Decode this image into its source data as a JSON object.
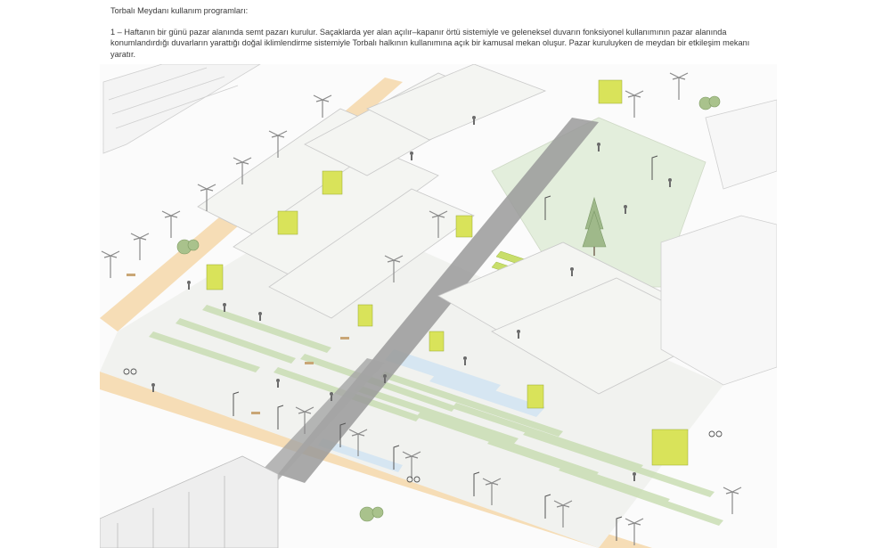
{
  "heading": "Torbalı Meydanı kullanım programları:",
  "paragraph": "1 – Haftanın bir günü pazar alanında semt pazarı kurulur. Saçaklarda yer alan açılır–kapanır örtü sistemiyle ve geleneksel duvarın fonksiyonel kullanımının pazar alanında konumlandırdığı duvarların yarattığı doğal iklimlendirme sistemiyle Torbalı halkının kullanımına açık bir kamusal mekan oluşur. Pazar kuruluyken de meydan bir etkileşim mekanı yaratır.",
  "colors": {
    "road": "#f6ddb6",
    "plaza_green": "#e5efdf",
    "stripe_green": "#c7dcb0",
    "accent_lime": "#d9e35a",
    "canopy": "#f3f4f2",
    "walkway": "#9a9a9a",
    "water": "#d6e6f2",
    "building": "#f7f7f7"
  },
  "drawing": {
    "content": "isometric illustration of a market square with stalls, palm trees, green plaza, steps and people"
  }
}
